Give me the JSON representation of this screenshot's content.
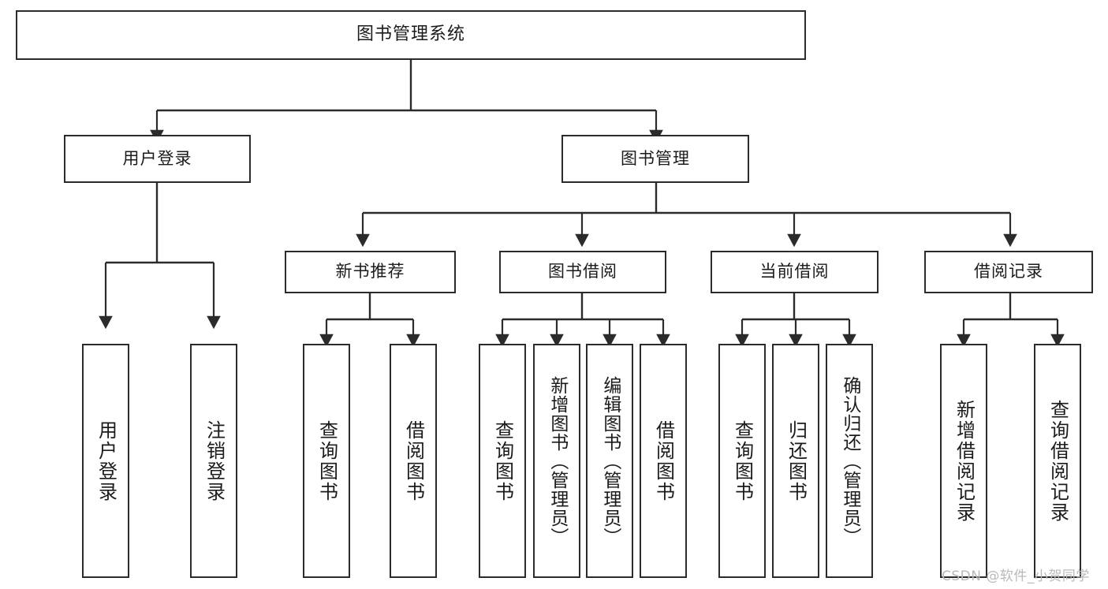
{
  "diagram": {
    "title": "图书管理系统",
    "type": "tree",
    "watermark": "CSDN @软件_小贺同学",
    "colors": {
      "stroke": "#2b2b2b",
      "fill": "#ffffff",
      "text": "#1b1b1b",
      "watermark": "#b9b9b9"
    }
  },
  "nodes": {
    "root": {
      "label": "图书管理系统"
    },
    "level2": [
      {
        "id": "user-login",
        "label": "用户登录"
      },
      {
        "id": "book-manage",
        "label": "图书管理"
      }
    ],
    "level3": [
      {
        "id": "new-book-recommend",
        "label": "新书推荐"
      },
      {
        "id": "book-borrow",
        "label": "图书借阅"
      },
      {
        "id": "current-borrow",
        "label": "当前借阅"
      },
      {
        "id": "borrow-record",
        "label": "借阅记录"
      }
    ],
    "leaves": {
      "user-login": [
        {
          "id": "leaf-user-login",
          "label": "用户登录"
        },
        {
          "id": "leaf-logout",
          "label": "注销登录"
        }
      ],
      "new-book-recommend": [
        {
          "id": "leaf-query-book-1",
          "label": "查询图书"
        },
        {
          "id": "leaf-borrow-book-1",
          "label": "借阅图书"
        }
      ],
      "book-borrow": [
        {
          "id": "leaf-query-book-2",
          "label": "查询图书"
        },
        {
          "id": "leaf-add-book",
          "label": "新增图书（管理员）"
        },
        {
          "id": "leaf-edit-book",
          "label": "编辑图书（管理员）"
        },
        {
          "id": "leaf-borrow-book-2",
          "label": "借阅图书"
        }
      ],
      "current-borrow": [
        {
          "id": "leaf-query-book-3",
          "label": "查询图书"
        },
        {
          "id": "leaf-return-book",
          "label": "归还图书"
        },
        {
          "id": "leaf-confirm-return",
          "label": "确认归还（管理员）"
        }
      ],
      "borrow-record": [
        {
          "id": "leaf-add-record",
          "label": "新增借阅记录"
        },
        {
          "id": "leaf-query-record",
          "label": "查询借阅记录"
        }
      ]
    }
  }
}
